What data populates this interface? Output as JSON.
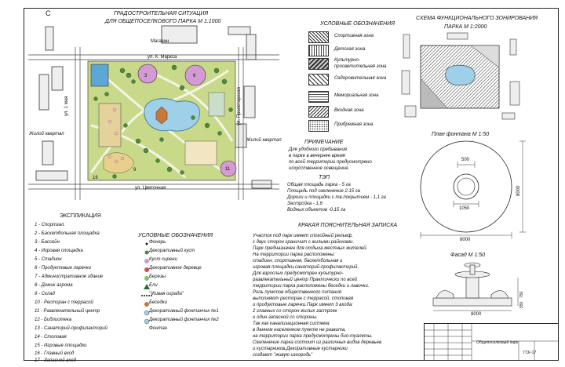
{
  "site": {
    "corner_letter": "С",
    "title": "ГРАДОСТРОИТЕЛЬНАЯ СИТУАЦИЯ",
    "subtitle": "ДЛЯ ОБЩЕПОСЕЛКОВОГО ПАРКА М 1:1000",
    "shop": "Магазин",
    "street_top": "ул. К. Маркса",
    "street_left": "ул. 1 мая",
    "street_right": "ул. Пролетарская",
    "street_bottom": "ул. Цветочная",
    "housing_left": "Жилой квартал",
    "housing_right": "Жилой квартал",
    "plan_numbers": [
      "3",
      "6",
      "9",
      "11",
      "16"
    ]
  },
  "legend": {
    "title": "УСЛОВНЫЕ ОБОЗНАЧЕНИЯ",
    "items": [
      {
        "label": "Спортивная зона"
      },
      {
        "label": "Детская зона"
      },
      {
        "label": "Культурно-"
      },
      {
        "label": "просветительная зона"
      },
      {
        "label": "Оздоровительная зона"
      },
      {
        "label": "Мемориальная зона"
      },
      {
        "label": "Входная зона"
      },
      {
        "label": "Прибрежная зона"
      }
    ]
  },
  "zoning": {
    "title": "СХЕМА ФУНКЦИОНАЛЬНОГО ЗОНИРОВАНИЯ",
    "subtitle": "ПАРКА М 1:2000"
  },
  "fountain_plan": {
    "title": "План фонтана М 1:50",
    "dim_top": "500",
    "dim_mid": "1050",
    "dim_bottom": "8000",
    "dim_right": "8000"
  },
  "fountain_facade": {
    "title": "Фасад М 1:50",
    "dim_bottom": "8000",
    "dim_h1": "750",
    "dim_h2": "550"
  },
  "note": {
    "title": "ПРИМЕЧАНИЕ",
    "lines": [
      "Для удобного пребывания",
      "в парке в вечернее время",
      "по всей территории предусмотрено",
      "искусственное освещение."
    ]
  },
  "tep": {
    "title": "ТЭП",
    "lines": [
      "Общая площадь парка - 5 га",
      "Площадь под озеленение 2.15 га",
      "Дороги и площадки с тв.покрытием - 1,1 га",
      "Застройка - 1,6",
      "Водных объектов -0,15 га"
    ]
  },
  "explication": {
    "title": "ЭКСПЛИКАЦИЯ",
    "items": [
      "1 - Спортзал.",
      "2 - Баскетбольная площадка",
      "3 - Бассейн",
      "4 - Игровая площадка",
      "5 - Стадион",
      "6 - Продуктовые ларечки",
      "7 - Административное здание",
      "8 - Домик агрома",
      "9 - Склад",
      "10 - Ресторан с террасой",
      "11 - Развлекательный центр",
      "12 - Библиотека",
      "13 - Санаторий-профилакторий",
      "14 - Столовая",
      "15 - Игровые площадки",
      "16 - Главный вход",
      "17 - Запасной вход"
    ]
  },
  "symbols": {
    "title": "УСЛОВНЫЕ ОБОЗНАЧЕНИЯ",
    "items": [
      "Фонарь",
      "Декоративный куст",
      "Куст сирени",
      "Декоративное деревце",
      "Березы",
      "Ели",
      "\"Живая ограда\"",
      "Беседки",
      "Декоративный фонтанчик №1",
      "Декоративный фонтанчик №2",
      "Фонтан"
    ]
  },
  "explanatory": {
    "title": "КРАКАЯ ПОЯСНИТЕЛЬНАЯ ЗАПИСКА",
    "lines": [
      "Участок под парк имеет спокойный рельеф,",
      "с двух сторон граничит с жилыми районами.",
      "Парк предназначен для отдыха местных жителей.",
      "На территории парка расположены:",
      "стадион, спортивная, баскетбольная и",
      "игровая площадки,санаторий-профилакторий.",
      "Для взрослых предусмотрен культурно-",
      "развлекательный центр Практически по всей",
      "территории парка расположены беседки и лавочки.",
      "Роль пунктов общественного питания",
      "выполняют ресторан с террасой, столовая",
      "и продуктовые ларечки.Парк имеет 3 входа:",
      "2 главных со сторон жилых застроек",
      "и один запасной со стороны.",
      "Так как канализационная система",
      "в данном населенном пункте не развита,",
      "на территории парка предусмотрены био-туалеты.",
      "Озеленение парка состоит из различных видов деревьев",
      "и кустарников.Декоративные кустарники",
      "создают \"живую изгородь\""
    ]
  },
  "stamp": {
    "title": "Общепоселковый парк",
    "code": "ГСК-17"
  },
  "colors": {
    "grass": "#c9d98a",
    "water": "#9fd0ea",
    "tree": "#4f8a3a",
    "pink": "#d59ad3",
    "building": "#e9e9e9"
  }
}
